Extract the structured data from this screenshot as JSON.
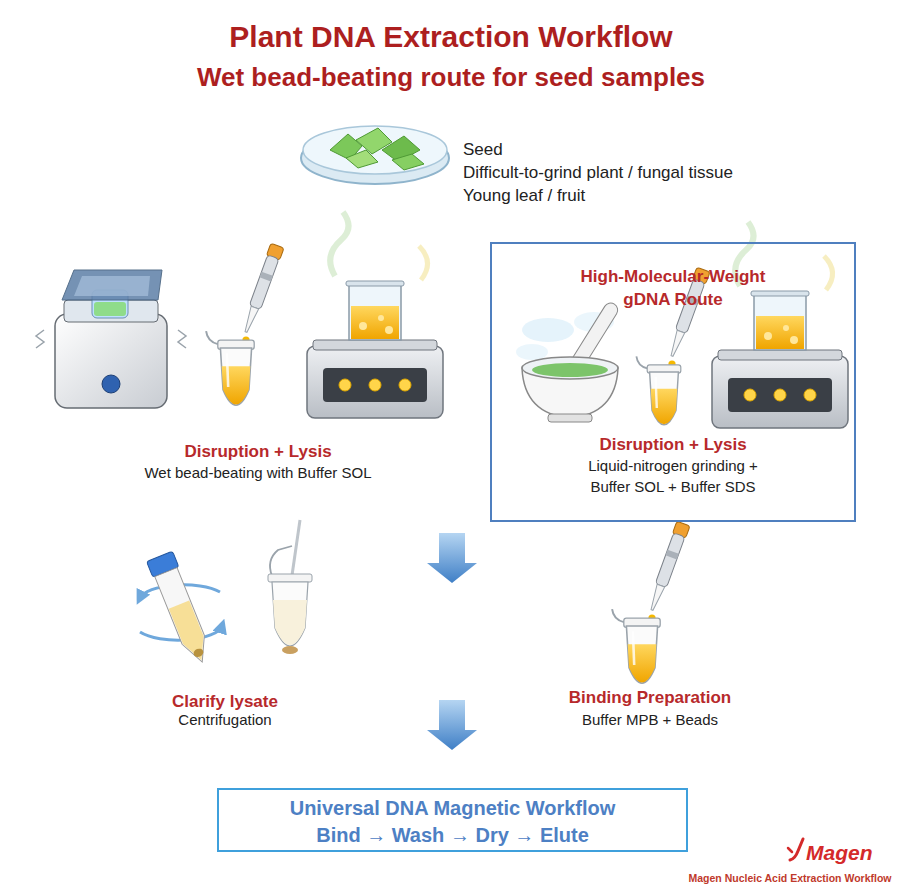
{
  "diagram": {
    "title": "Plant DNA Extraction Workflow",
    "nodes": [
      {
        "text": [
          "High-Molecular-Weight gDNA Route",
          "Disruption + Lysis",
          "Liquid-nitrogen grinding + Buffer SOL + Buffer SDS"
        ]
      },
      {
        "text": [
          "Universal DNA Magnetic Workflow",
          "Bind → Wash → Dry → Elute"
        ]
      }
    ],
    "labels": [
      "Wet bead-beating route for seed samples",
      "Seed",
      "Difficult-to-grind plant / fungal tissue",
      "Young leaf / fruit",
      "Disruption + Lysis",
      "Wet bead-beating with Buffer SOL",
      "Clarify lysate",
      "Centrifugation",
      "Binding Preparation",
      "Buffer MPB + Beads",
      "Magen",
      "Magen Nucleic Acid Extraction Workflow"
    ]
  }
}
